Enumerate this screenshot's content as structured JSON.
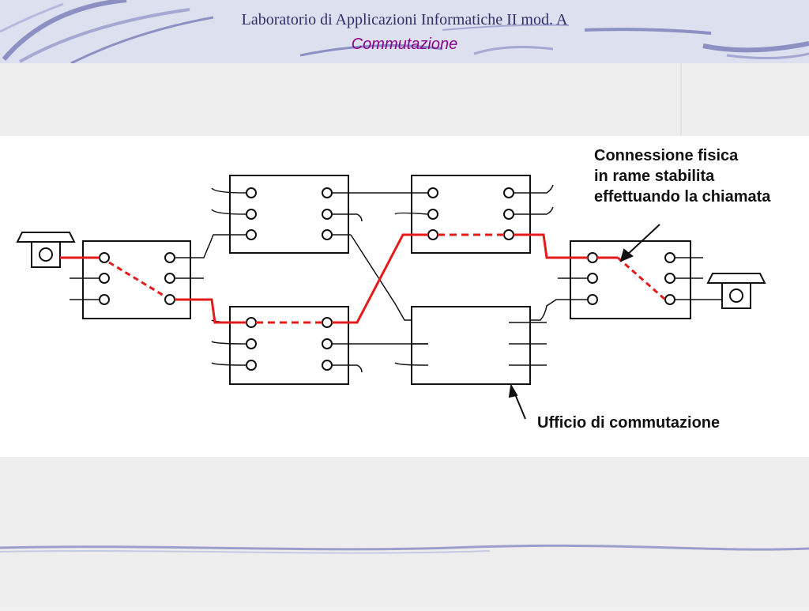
{
  "slide": {
    "header": {
      "course": "Laboratorio di Applicazioni Informatiche II mod. A",
      "topic": "Commutazione"
    },
    "diagram": {
      "annotations": {
        "connection": [
          "Connessione fisica",
          "in rame stabilita",
          "effettuando la chiamata"
        ],
        "office": "Ufficio di commutazione"
      },
      "colors": {
        "active_path": "#e31b1b",
        "lines": "#111111",
        "background": "#ffffff"
      }
    }
  }
}
